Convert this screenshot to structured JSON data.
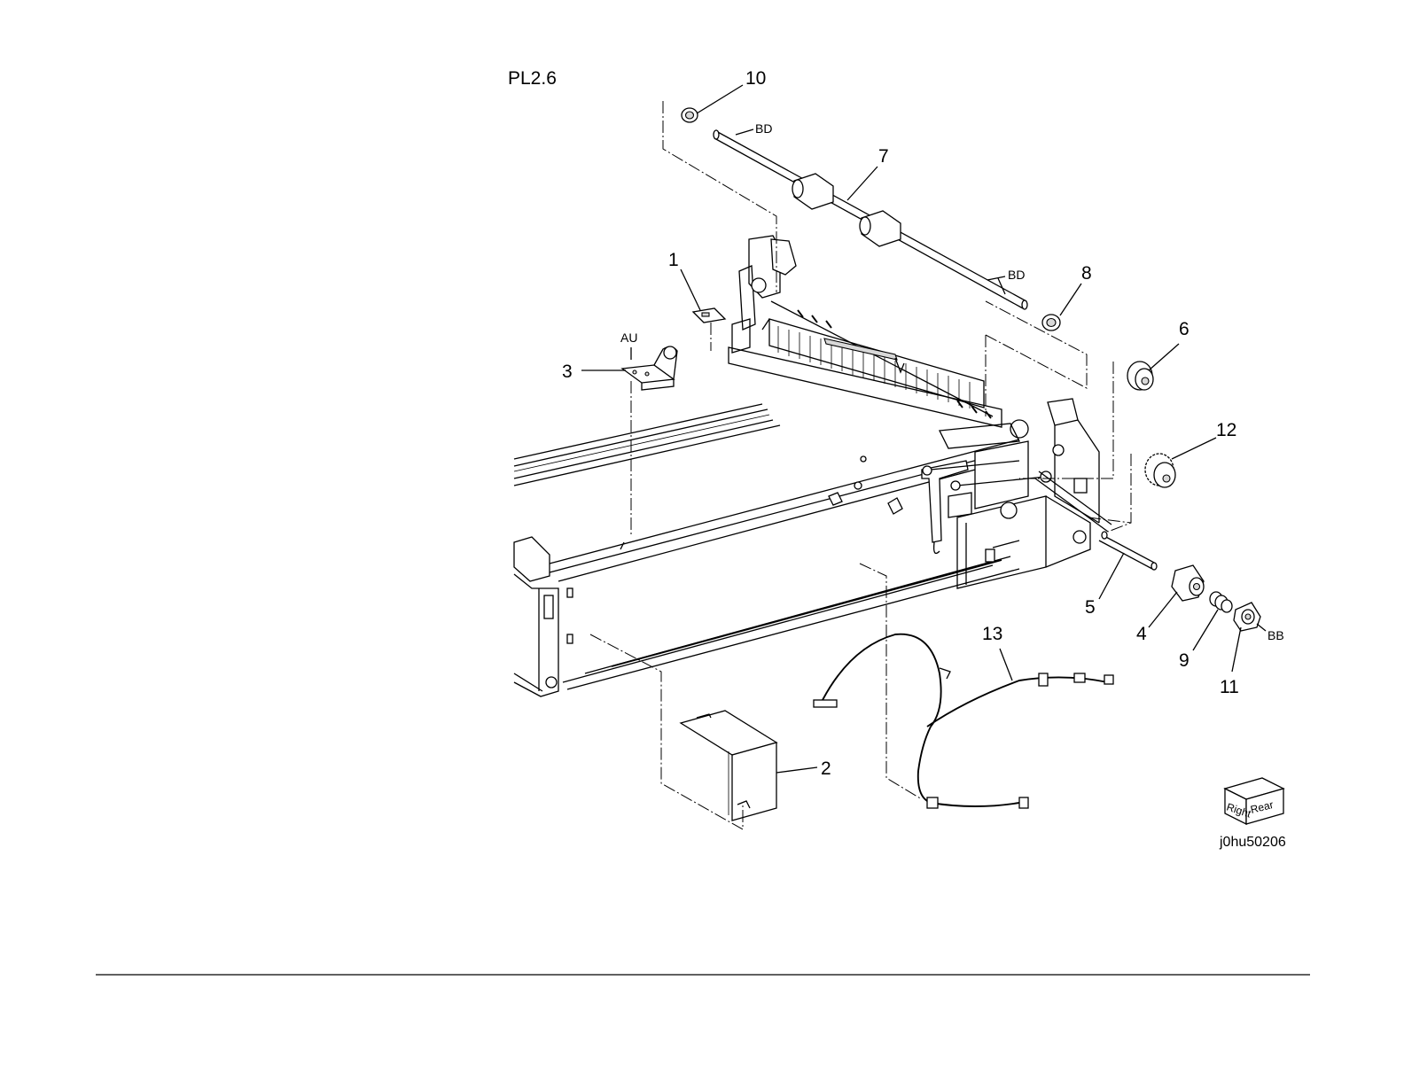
{
  "plate": {
    "title": "PL2.6",
    "figure_id": "j0hu50206"
  },
  "callouts": [
    {
      "id": "c1",
      "label": "1"
    },
    {
      "id": "c2",
      "label": "2"
    },
    {
      "id": "c3",
      "label": "3"
    },
    {
      "id": "c4",
      "label": "4"
    },
    {
      "id": "c5",
      "label": "5"
    },
    {
      "id": "c6",
      "label": "6"
    },
    {
      "id": "c7",
      "label": "7"
    },
    {
      "id": "c8",
      "label": "8"
    },
    {
      "id": "c9",
      "label": "9"
    },
    {
      "id": "c10",
      "label": "10"
    },
    {
      "id": "c11",
      "label": "11"
    },
    {
      "id": "c12",
      "label": "12"
    },
    {
      "id": "c13",
      "label": "13"
    }
  ],
  "screw_tags": {
    "bd_top": "BD",
    "bd_right": "BD",
    "au": "AU",
    "bb": "BB"
  },
  "orientation_cube": {
    "right": "Right",
    "rear": "Rear"
  }
}
